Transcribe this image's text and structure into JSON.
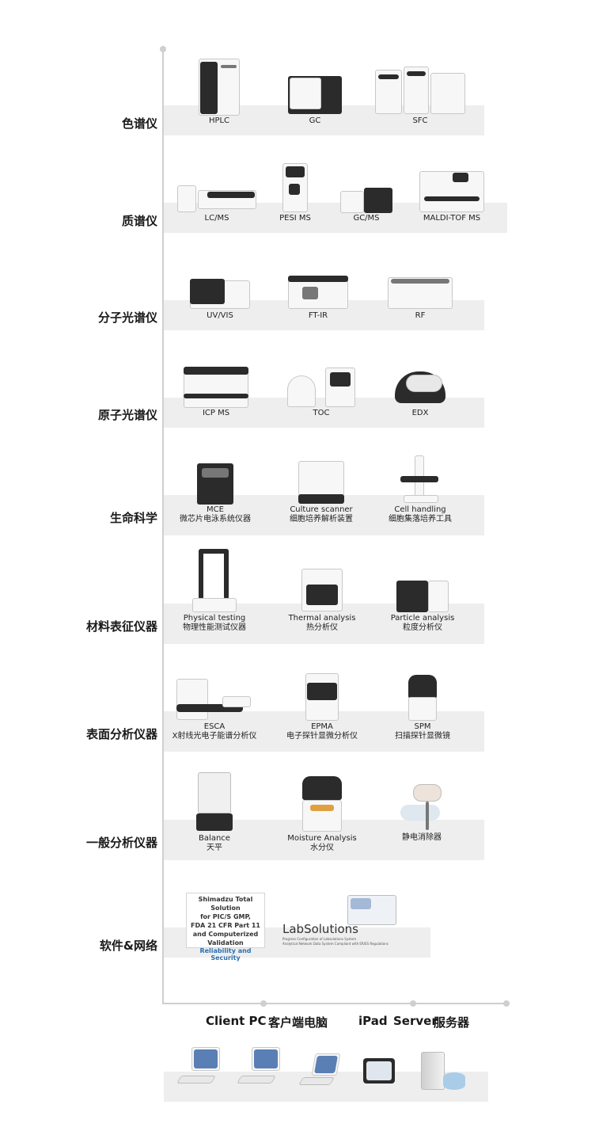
{
  "categories": [
    {
      "label": "色谱仪",
      "items": [
        {
          "name": "HPLC"
        },
        {
          "name": "GC"
        },
        {
          "name": "SFC"
        }
      ]
    },
    {
      "label": "质谱仪",
      "items": [
        {
          "name": "LC/MS"
        },
        {
          "name": "PESI MS"
        },
        {
          "name": "GC/MS"
        },
        {
          "name": "MALDI-TOF MS"
        }
      ]
    },
    {
      "label": "分子光谱仪",
      "items": [
        {
          "name": "UV/VIS"
        },
        {
          "name": "FT-IR"
        },
        {
          "name": "RF"
        }
      ]
    },
    {
      "label": "原子光谱仪",
      "items": [
        {
          "name": "ICP MS"
        },
        {
          "name": "TOC"
        },
        {
          "name": "EDX"
        }
      ]
    },
    {
      "label": "生命科学",
      "items": [
        {
          "name": "MCE",
          "sub": "微芯片电泳系统仪器"
        },
        {
          "name": "Culture scanner",
          "sub": "细胞培养解析装置"
        },
        {
          "name": "Cell handling",
          "sub": "细胞集落培养工具"
        }
      ]
    },
    {
      "label": "材料表征仪器",
      "items": [
        {
          "name": "Physical testing",
          "sub": "物理性能测试仪器"
        },
        {
          "name": "Thermal analysis",
          "sub": "热分析仪"
        },
        {
          "name": "Particle analysis",
          "sub": "粒度分析仪"
        }
      ]
    },
    {
      "label": "表面分析仪器",
      "items": [
        {
          "name": "ESCA",
          "sub": "X射线光电子能谱分析仪"
        },
        {
          "name": "EPMA",
          "sub": "电子探针显微分析仪"
        },
        {
          "name": "SPM",
          "sub": "扫描探针显微镜"
        }
      ]
    },
    {
      "label": "一般分析仪器",
      "items": [
        {
          "name": "Balance",
          "sub": "天平"
        },
        {
          "name": "Moisture Analysis",
          "sub": "水分仪"
        },
        {
          "name": "静电消除器"
        }
      ]
    },
    {
      "label": "软件&网络"
    }
  ],
  "software": {
    "box1_lines": [
      "Shimadzu Total Solution",
      "for PIC/S GMP,",
      "FDA 21 CFR Part 11",
      "and Computerized",
      "Validation"
    ],
    "box1_tagline": "Reliability and Security",
    "box2_title": "LabSolutions",
    "box2_line1": "Progress Configuration of Labsolutions System",
    "box2_line2": "Analytical Network Data System Compliant with ER/ES Regulations"
  },
  "bottom": {
    "client_pc": "Client PC",
    "client_pc_cn": "客户端电脑",
    "ipad": "iPad",
    "server": "Server",
    "server_cn": "服务器"
  }
}
